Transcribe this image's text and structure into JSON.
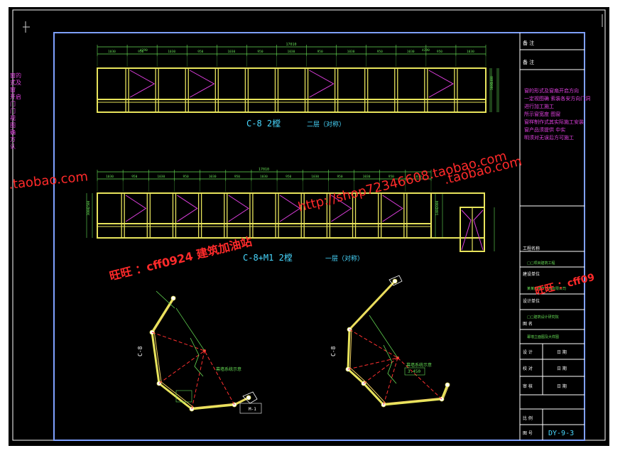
{
  "elevation_top": {
    "title": "C-8 2樘",
    "subtitle": "二层（对称）",
    "overall_dim": "17010",
    "sub_dims": [
      "4290",
      "4290"
    ],
    "panel_dims": [
      "1030",
      "950",
      "1030",
      "950",
      "1030",
      "950",
      "1030",
      "950",
      "1030",
      "950",
      "1030",
      "950",
      "1030"
    ],
    "height_dims": [
      "1400",
      "3000"
    ]
  },
  "elevation_bottom": {
    "title": "C-8+M1 2樘",
    "subtitle": "一层（对称）",
    "overall_dim": "17010",
    "panel_dims": [
      "1030",
      "950",
      "1030",
      "950",
      "1030",
      "950",
      "1030",
      "950",
      "1030",
      "950",
      "1030",
      "950",
      "1030"
    ],
    "height_dims": [
      "2000",
      "1400",
      "2500",
      "3000"
    ]
  },
  "plans": {
    "left_label": "C-8",
    "right_label": "C-8",
    "left_note": "幕墙系统示意",
    "right_note": "幕墙系统示意",
    "right_tag": "3.450",
    "left_tag": "M-1"
  },
  "title_block": {
    "header_1": "备 注",
    "header_2": "备 注",
    "notes": [
      "窗的形式及窗扇开启方向",
      "一定视图确  索装各安方向门洞",
      "进行加工施工",
      "所示窗宽度      图窗",
      "窗样制作式其实际施工安装",
      "窗产品须提供       中实",
      "明须对无误后方可施工"
    ],
    "project_label": "工程名称",
    "project_value": "□□项目建筑工程",
    "client_label": "建设单位",
    "client_value": "某某房地产开发有限公司",
    "design_label": "设计单位",
    "design_value": "□□建筑设计研究院",
    "drawing_label": "图 名",
    "drawing_value": "幕墙立面图及大样图",
    "rows": [
      {
        "label": "设  计",
        "value": "日 期"
      },
      {
        "label": "校  对",
        "value": "日 期"
      },
      {
        "label": "审  核",
        "value": "日 期"
      }
    ],
    "scale_label": "比 例",
    "sheet_label": "图 号",
    "sheet_value": "DY-9-3"
  },
  "watermarks": {
    "taobao_left": ".taobao.com",
    "taobao_right": ".taobao.com",
    "shop_url": "http://shop72346608.taobao.com",
    "wangwang": "旺旺 ：cff0924  建筑加油站",
    "wangwang_right": "旺旺 ：cff09"
  },
  "left_margin_text": [
    "窗的",
    "式及窗",
    "开启门",
    "门",
    "视",
    "图",
    "确",
    "方",
    "认"
  ],
  "colors": {
    "frame_blue": "#7fa0ff",
    "border_white": "#ffffff",
    "mullion_yellow": "#e8e45c",
    "dim_green": "#66dd55",
    "label_cyan": "#48d8ff",
    "watermark_red": "#ff2a2a",
    "magenta": "#e040e0"
  }
}
